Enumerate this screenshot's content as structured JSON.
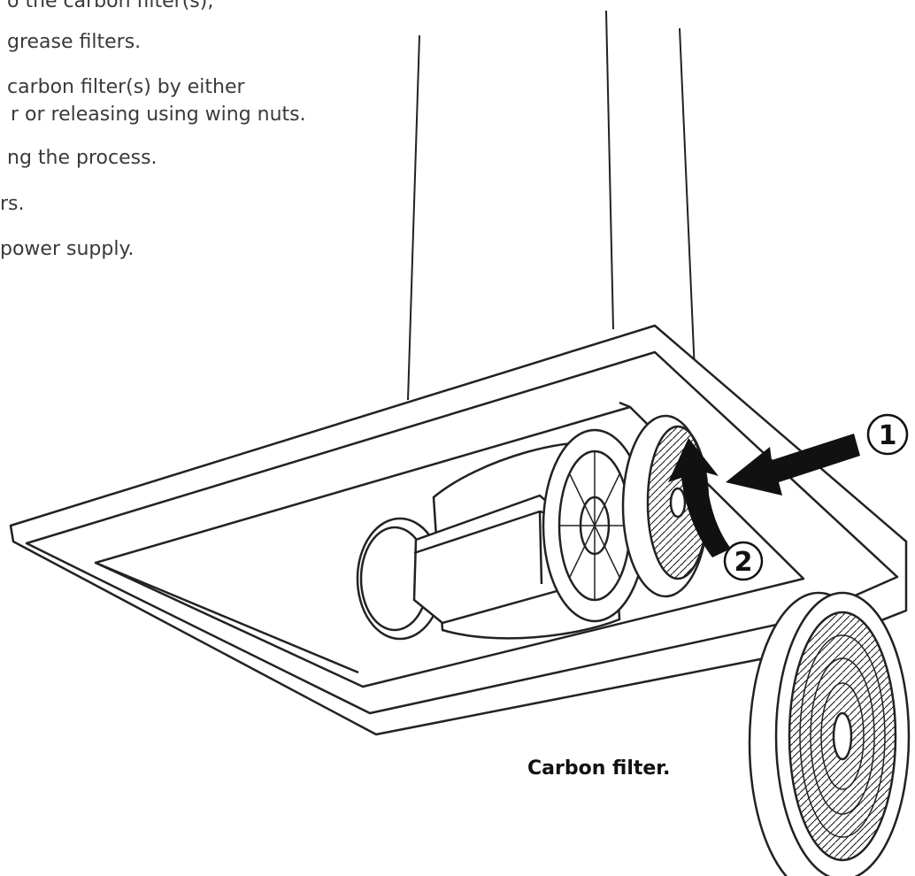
{
  "instructions": {
    "step1_line1": "o the carbon filter(s),",
    "step1_line2": "grease filters.",
    "step2_line1": "carbon filter(s) by either",
    "step2_line2": "r or releasing using wing nuts.",
    "step3": "ng the process.",
    "step4": "rs.",
    "step5": "power supply."
  },
  "diagram": {
    "callout_1": "1",
    "callout_2": "2",
    "caption": "Carbon filter."
  }
}
